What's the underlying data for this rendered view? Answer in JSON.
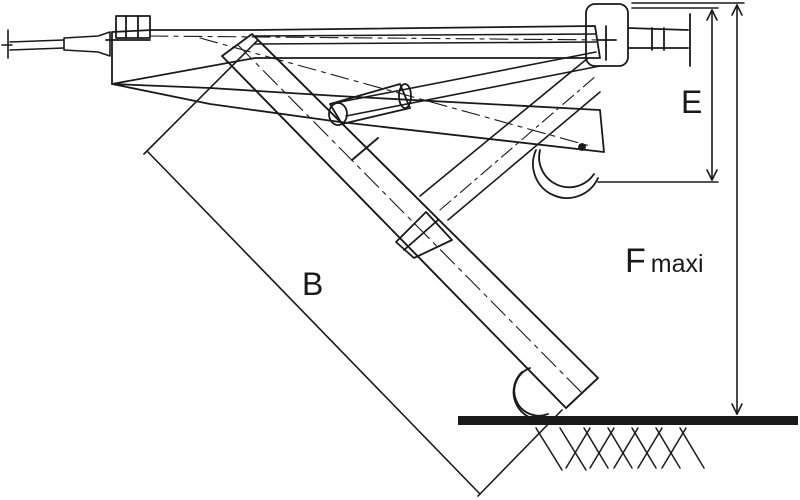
{
  "labels": {
    "b": "B",
    "e": "E",
    "f_main": "F",
    "f_sub": "maxi"
  }
}
